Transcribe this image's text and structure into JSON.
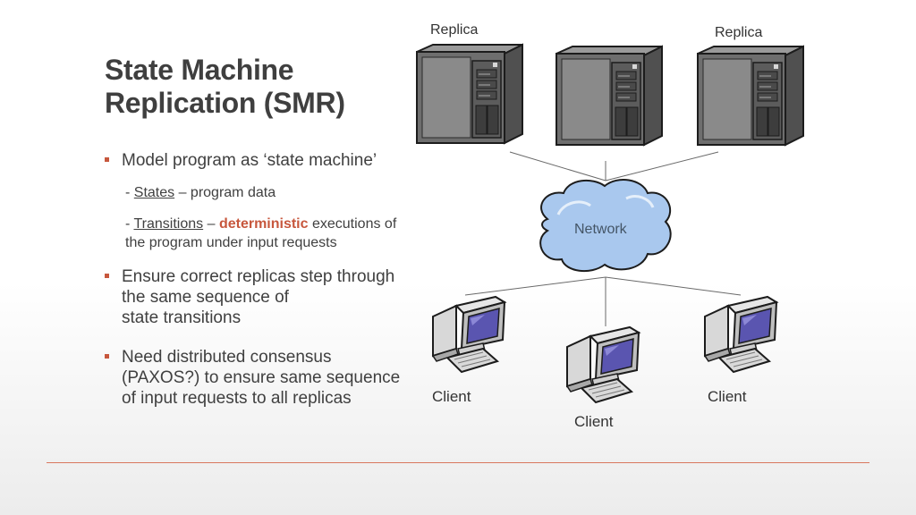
{
  "slide": {
    "title_line1": "State Machine",
    "title_line2": "Replication (SMR)",
    "bullets": [
      {
        "lines": [
          "Model program as ‘state machine’"
        ]
      },
      {
        "lines": [
          "Ensure correct replicas step through",
          "the same sequence of",
          "state transitions"
        ]
      },
      {
        "lines": [
          "Need distributed consensus",
          "(PAXOS?) to ensure same sequence",
          "of input requests to all replicas"
        ]
      }
    ],
    "sub_states": {
      "prefix": "- ",
      "term": "States",
      "rest": " – program data"
    },
    "sub_transitions": {
      "prefix": "- ",
      "term": "Transitions",
      "dash": " – ",
      "highlight": "deterministic",
      "rest1": " executions of",
      "line2": "the program under input requests"
    }
  },
  "diagram": {
    "replica_label_left": "Replica",
    "replica_label_right": "Replica",
    "network_label": "Network",
    "client_label_left": "Client",
    "client_label_middle": "Client",
    "client_label_right": "Client"
  },
  "colors": {
    "accent": "#c7573d",
    "text": "#404040",
    "server_body": "#6e6e6e",
    "cloud": "#a9c8ee",
    "screen": "#5a55b0"
  }
}
